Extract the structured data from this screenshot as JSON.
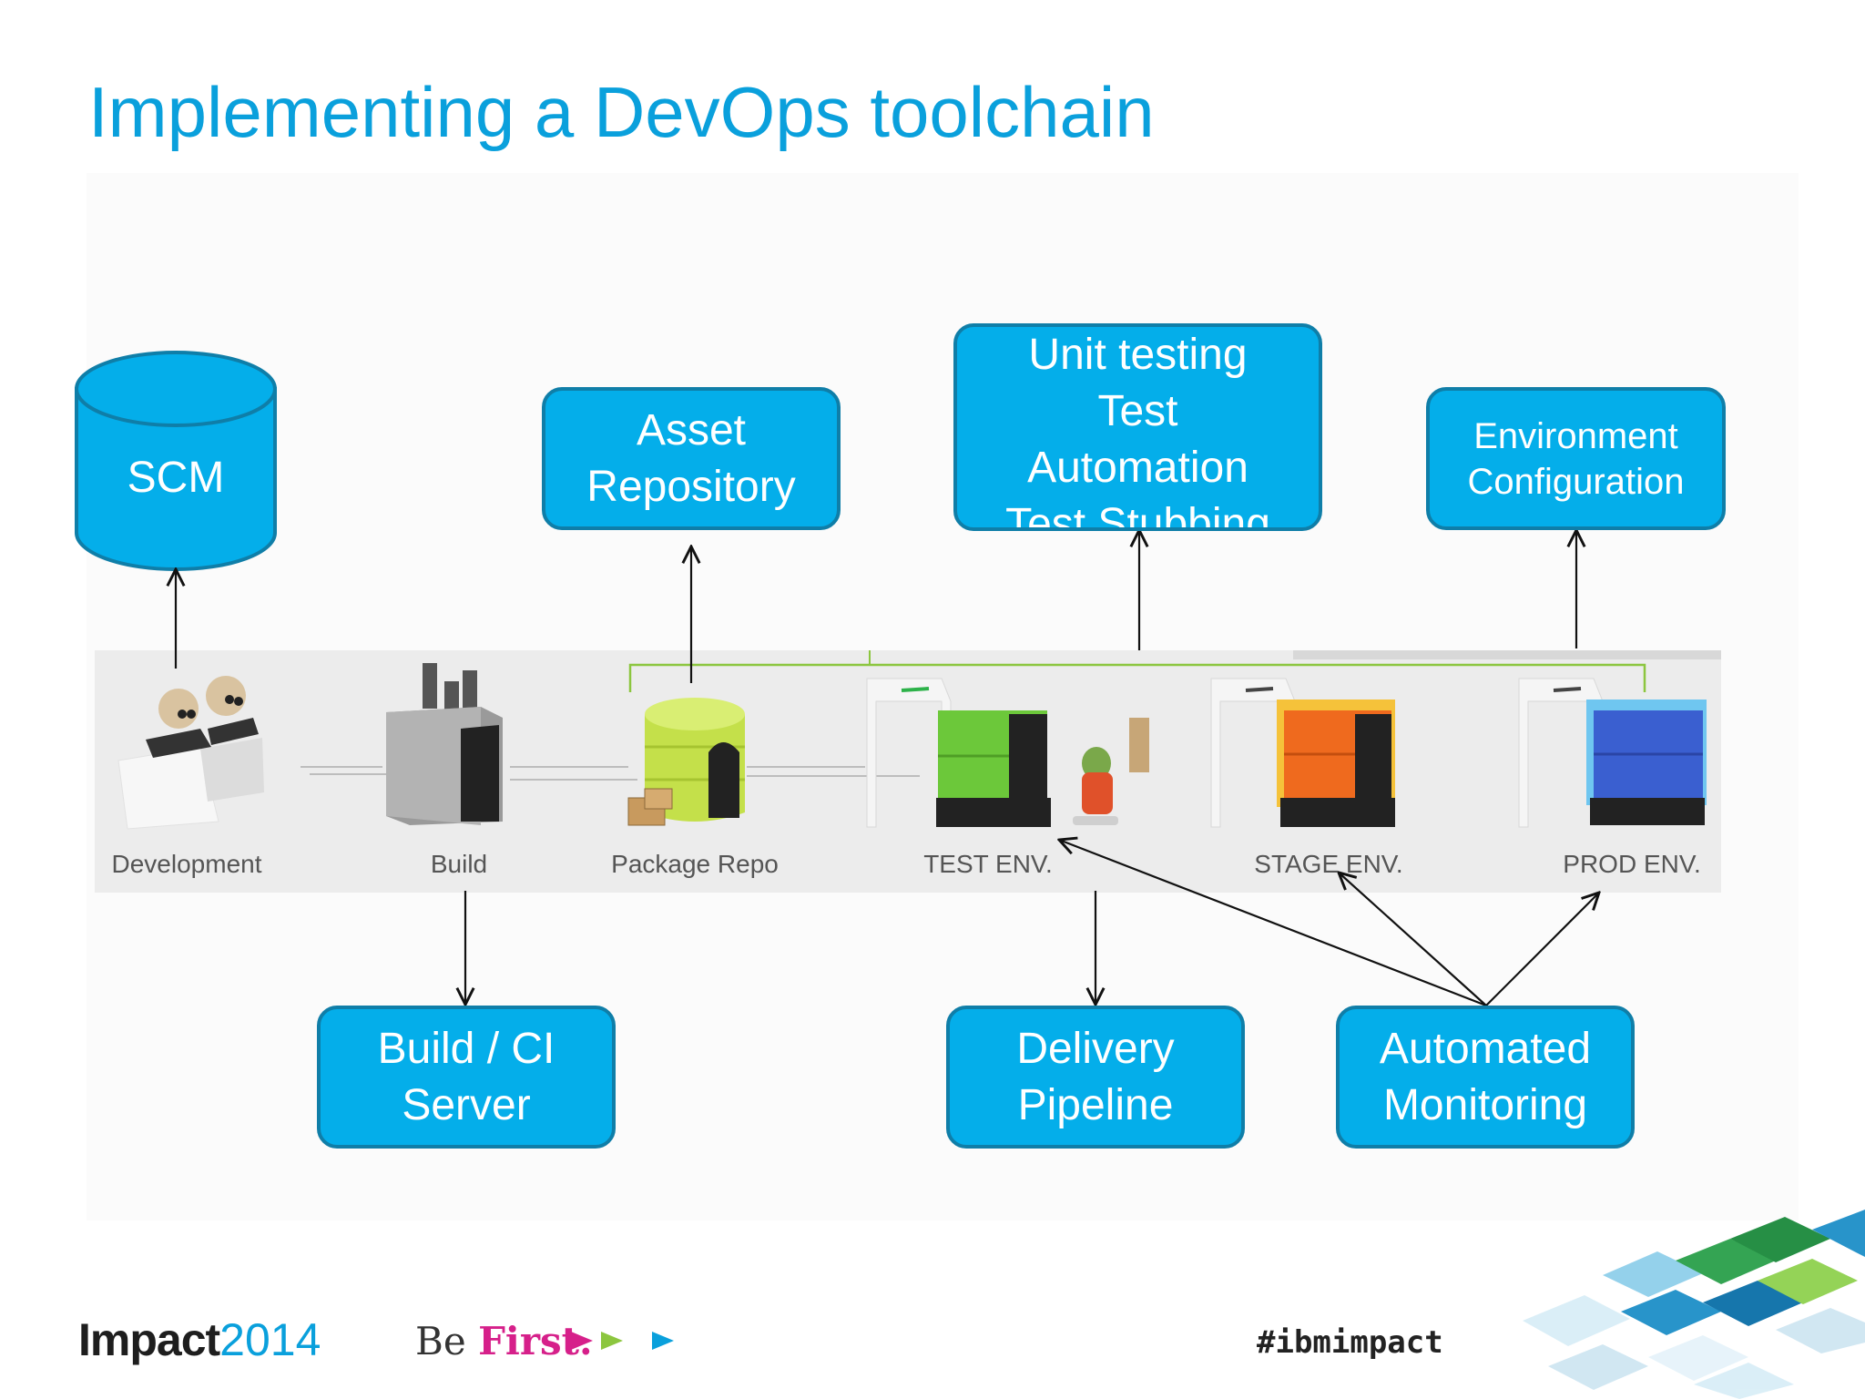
{
  "title": "Implementing a DevOps toolchain",
  "boxes": {
    "scm": "SCM",
    "asset_repository": "Asset\nRepository",
    "unit_testing": "Unit testing\nTest\nAutomation\nTest Stubbing",
    "environment_configuration": "Environment\nConfiguration",
    "build_ci_server": "Build / CI\nServer",
    "delivery_pipeline": "Delivery\nPipeline",
    "automated_monitoring": "Automated\nMonitoring"
  },
  "stages": [
    "Development",
    "Build",
    "Package Repo",
    "TEST ENV.",
    "STAGE ENV.",
    "PROD ENV."
  ],
  "footer": {
    "impact_word": "Impact",
    "impact_year": "2014",
    "be": "Be ",
    "first": "First.",
    "hashtag": "#ibmimpact"
  },
  "colors": {
    "title": "#0aa0dc",
    "box_fill": "#04aeea",
    "box_border": "#0f7ea8",
    "test_env": "#6cc83a",
    "stage_env": "#ef6a1e",
    "prod_env": "#3a5fd0",
    "package_repo": "#c4e04a",
    "first_magenta": "#d6208a"
  }
}
